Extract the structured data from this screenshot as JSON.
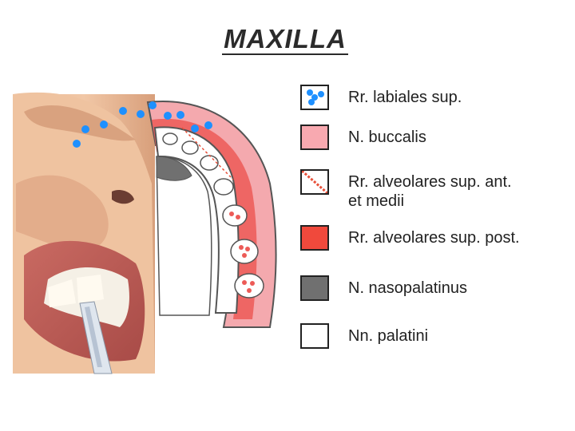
{
  "title": "MAXILLA",
  "legend": [
    {
      "label": "Rr. labiales sup.",
      "swatch": "blue-dots",
      "color": "#1e90ff"
    },
    {
      "label": "N. buccalis",
      "swatch": "fill",
      "color": "#f8a9b0"
    },
    {
      "label": "Rr. alveolares sup. ant.\net medii",
      "swatch": "dashed-line",
      "color": "#e8503a"
    },
    {
      "label": "Rr. alveolares sup. post.",
      "swatch": "fill",
      "color": "#f0493c"
    },
    {
      "label": "N. nasopalatinus",
      "swatch": "fill",
      "color": "#707070"
    },
    {
      "label": "Nn. palatini",
      "swatch": "fill",
      "color": "#ffffff"
    }
  ]
}
